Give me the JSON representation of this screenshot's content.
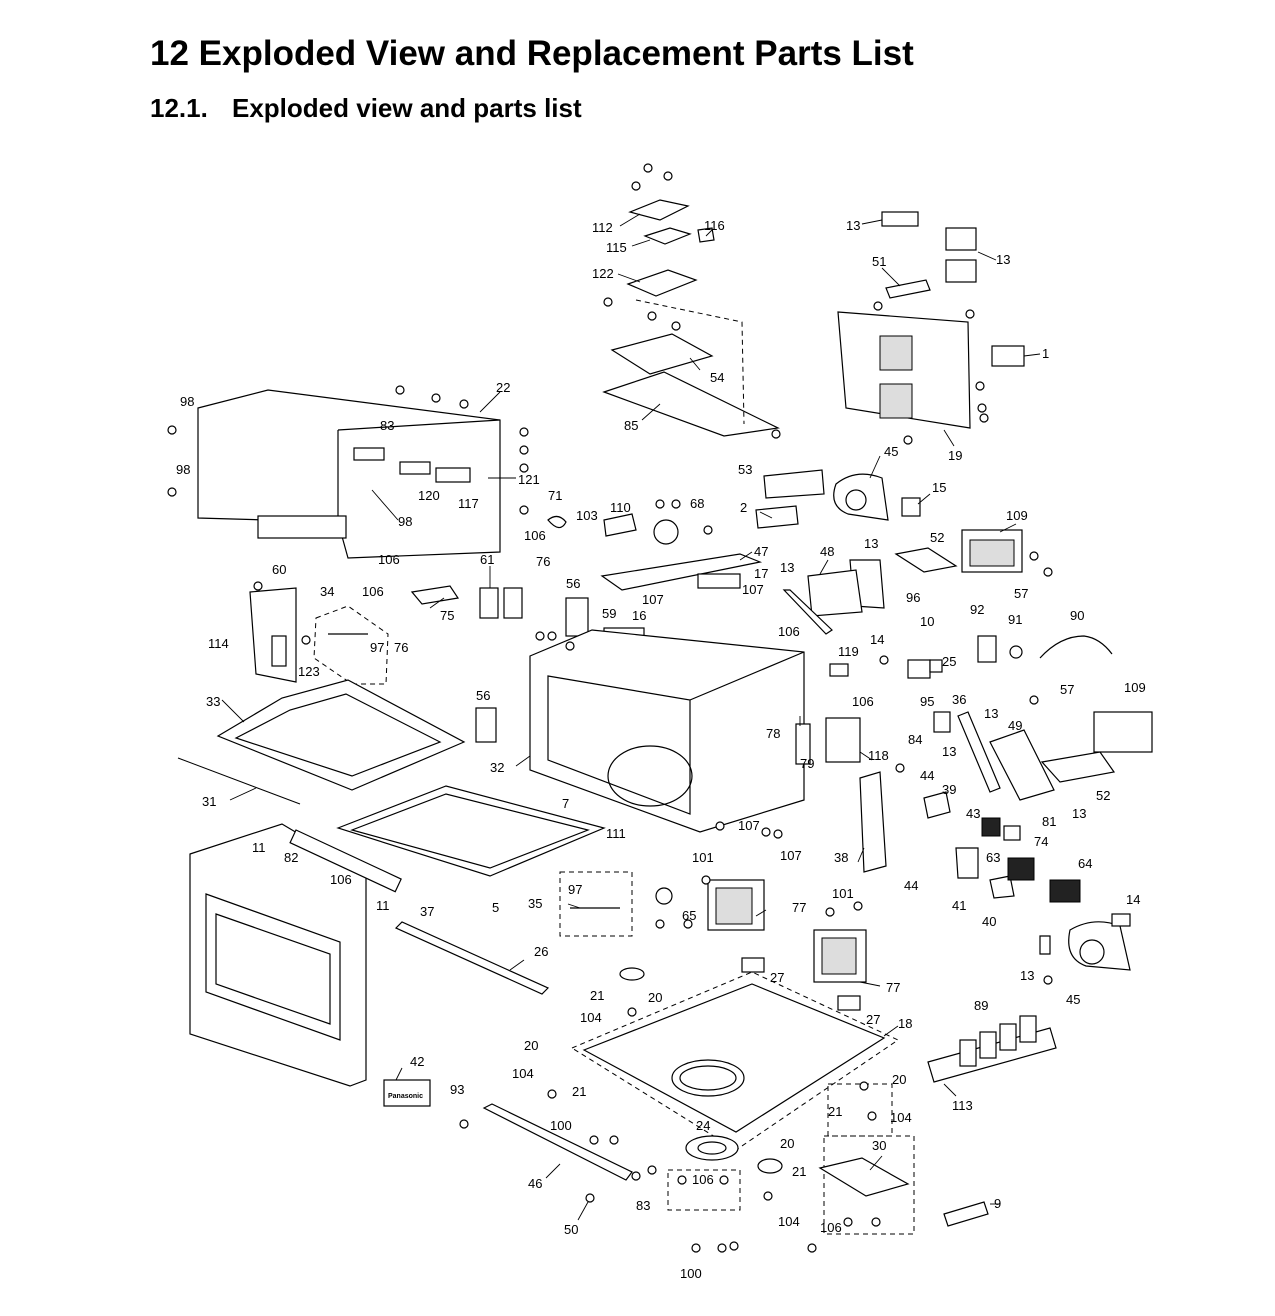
{
  "document": {
    "section_title": "12 Exploded View and Replacement Parts List",
    "subsection_number": "12.1.",
    "subsection_title": "Exploded view and parts list"
  },
  "diagram": {
    "brand_label": "Panasonic",
    "callouts": [
      {
        "id": "c-112",
        "text": "112"
      },
      {
        "id": "c-116",
        "text": "116"
      },
      {
        "id": "c-115",
        "text": "115"
      },
      {
        "id": "c-122",
        "text": "122"
      },
      {
        "id": "c-54",
        "text": "54"
      },
      {
        "id": "c-85",
        "text": "85"
      },
      {
        "id": "c-13a",
        "text": "13"
      },
      {
        "id": "c-13b",
        "text": "13"
      },
      {
        "id": "c-51",
        "text": "51"
      },
      {
        "id": "c-1",
        "text": "1"
      },
      {
        "id": "c-19",
        "text": "19"
      },
      {
        "id": "c-98a",
        "text": "98"
      },
      {
        "id": "c-98b",
        "text": "98"
      },
      {
        "id": "c-98c",
        "text": "98"
      },
      {
        "id": "c-22",
        "text": "22"
      },
      {
        "id": "c-83a",
        "text": "83"
      },
      {
        "id": "c-121",
        "text": "121"
      },
      {
        "id": "c-120",
        "text": "120"
      },
      {
        "id": "c-117",
        "text": "117"
      },
      {
        "id": "c-60",
        "text": "60"
      },
      {
        "id": "c-53",
        "text": "53"
      },
      {
        "id": "c-45a",
        "text": "45"
      },
      {
        "id": "c-15",
        "text": "15"
      },
      {
        "id": "c-2",
        "text": "2"
      },
      {
        "id": "c-71",
        "text": "71"
      },
      {
        "id": "c-103",
        "text": "103"
      },
      {
        "id": "c-110",
        "text": "110"
      },
      {
        "id": "c-68",
        "text": "68"
      },
      {
        "id": "c-47",
        "text": "47"
      },
      {
        "id": "c-17",
        "text": "17"
      },
      {
        "id": "c-107a",
        "text": "107"
      },
      {
        "id": "c-107b",
        "text": "107"
      },
      {
        "id": "c-13c",
        "text": "13"
      },
      {
        "id": "c-48",
        "text": "48"
      },
      {
        "id": "c-13d",
        "text": "13"
      },
      {
        "id": "c-52a",
        "text": "52"
      },
      {
        "id": "c-109a",
        "text": "109"
      },
      {
        "id": "c-57a",
        "text": "57"
      },
      {
        "id": "c-106a",
        "text": "106"
      },
      {
        "id": "c-106b",
        "text": "106"
      },
      {
        "id": "c-106c",
        "text": "106"
      },
      {
        "id": "c-61",
        "text": "61"
      },
      {
        "id": "c-76a",
        "text": "76"
      },
      {
        "id": "c-34",
        "text": "34"
      },
      {
        "id": "c-75",
        "text": "75"
      },
      {
        "id": "c-56a",
        "text": "56"
      },
      {
        "id": "c-59",
        "text": "59"
      },
      {
        "id": "c-16",
        "text": "16"
      },
      {
        "id": "c-96",
        "text": "96"
      },
      {
        "id": "c-10",
        "text": "10"
      },
      {
        "id": "c-92",
        "text": "92"
      },
      {
        "id": "c-91",
        "text": "91"
      },
      {
        "id": "c-90",
        "text": "90"
      },
      {
        "id": "c-114",
        "text": "114"
      },
      {
        "id": "c-123",
        "text": "123"
      },
      {
        "id": "c-97a",
        "text": "97"
      },
      {
        "id": "c-76b",
        "text": "76"
      },
      {
        "id": "c-106d",
        "text": "106"
      },
      {
        "id": "c-119",
        "text": "119"
      },
      {
        "id": "c-14a",
        "text": "14"
      },
      {
        "id": "c-25",
        "text": "25"
      },
      {
        "id": "c-95",
        "text": "95"
      },
      {
        "id": "c-106e",
        "text": "106"
      },
      {
        "id": "c-33",
        "text": "33"
      },
      {
        "id": "c-56b",
        "text": "56"
      },
      {
        "id": "c-36",
        "text": "36"
      },
      {
        "id": "c-13e",
        "text": "13"
      },
      {
        "id": "c-57b",
        "text": "57"
      },
      {
        "id": "c-109b",
        "text": "109"
      },
      {
        "id": "c-78",
        "text": "78"
      },
      {
        "id": "c-49",
        "text": "49"
      },
      {
        "id": "c-32",
        "text": "32"
      },
      {
        "id": "c-79",
        "text": "79"
      },
      {
        "id": "c-118",
        "text": "118"
      },
      {
        "id": "c-84",
        "text": "84"
      },
      {
        "id": "c-13f",
        "text": "13"
      },
      {
        "id": "c-31",
        "text": "31"
      },
      {
        "id": "c-7",
        "text": "7"
      },
      {
        "id": "c-111",
        "text": "111"
      },
      {
        "id": "c-107c",
        "text": "107"
      },
      {
        "id": "c-44a",
        "text": "44"
      },
      {
        "id": "c-39",
        "text": "39"
      },
      {
        "id": "c-52b",
        "text": "52"
      },
      {
        "id": "c-13g",
        "text": "13"
      },
      {
        "id": "c-43",
        "text": "43"
      },
      {
        "id": "c-81",
        "text": "81"
      },
      {
        "id": "c-107d",
        "text": "107"
      },
      {
        "id": "c-11a",
        "text": "11"
      },
      {
        "id": "c-82",
        "text": "82"
      },
      {
        "id": "c-106f",
        "text": "106"
      },
      {
        "id": "c-11b",
        "text": "11"
      },
      {
        "id": "c-37",
        "text": "37"
      },
      {
        "id": "c-5",
        "text": "5"
      },
      {
        "id": "c-101a",
        "text": "101"
      },
      {
        "id": "c-38",
        "text": "38"
      },
      {
        "id": "c-63",
        "text": "63"
      },
      {
        "id": "c-74",
        "text": "74"
      },
      {
        "id": "c-44b",
        "text": "44"
      },
      {
        "id": "c-64",
        "text": "64"
      },
      {
        "id": "c-97b",
        "text": "97"
      },
      {
        "id": "c-35",
        "text": "35"
      },
      {
        "id": "c-65",
        "text": "65"
      },
      {
        "id": "c-77a",
        "text": "77"
      },
      {
        "id": "c-41",
        "text": "41"
      },
      {
        "id": "c-40",
        "text": "40"
      },
      {
        "id": "c-14b",
        "text": "14"
      },
      {
        "id": "c-101b",
        "text": "101"
      },
      {
        "id": "c-26",
        "text": "26"
      },
      {
        "id": "c-13h",
        "text": "13"
      },
      {
        "id": "c-27a",
        "text": "27"
      },
      {
        "id": "c-77b",
        "text": "77"
      },
      {
        "id": "c-45b",
        "text": "45"
      },
      {
        "id": "c-21a",
        "text": "21"
      },
      {
        "id": "c-20a",
        "text": "20"
      },
      {
        "id": "c-104a",
        "text": "104"
      },
      {
        "id": "c-27b",
        "text": "27"
      },
      {
        "id": "c-18",
        "text": "18"
      },
      {
        "id": "c-89",
        "text": "89"
      },
      {
        "id": "c-42",
        "text": "42"
      },
      {
        "id": "c-20b",
        "text": "20"
      },
      {
        "id": "c-104b",
        "text": "104"
      },
      {
        "id": "c-21b",
        "text": "21"
      },
      {
        "id": "c-20c",
        "text": "20"
      },
      {
        "id": "c-113",
        "text": "113"
      },
      {
        "id": "c-93",
        "text": "93"
      },
      {
        "id": "c-21c",
        "text": "21"
      },
      {
        "id": "c-104c",
        "text": "104"
      },
      {
        "id": "c-100a",
        "text": "100"
      },
      {
        "id": "c-24",
        "text": "24"
      },
      {
        "id": "c-20d",
        "text": "20"
      },
      {
        "id": "c-30",
        "text": "30"
      },
      {
        "id": "c-21d",
        "text": "21"
      },
      {
        "id": "c-46",
        "text": "46"
      },
      {
        "id": "c-106g",
        "text": "106"
      },
      {
        "id": "c-83b",
        "text": "83"
      },
      {
        "id": "c-104d",
        "text": "104"
      },
      {
        "id": "c-106h",
        "text": "106"
      },
      {
        "id": "c-9",
        "text": "9"
      },
      {
        "id": "c-50",
        "text": "50"
      },
      {
        "id": "c-100b",
        "text": "100"
      }
    ]
  }
}
